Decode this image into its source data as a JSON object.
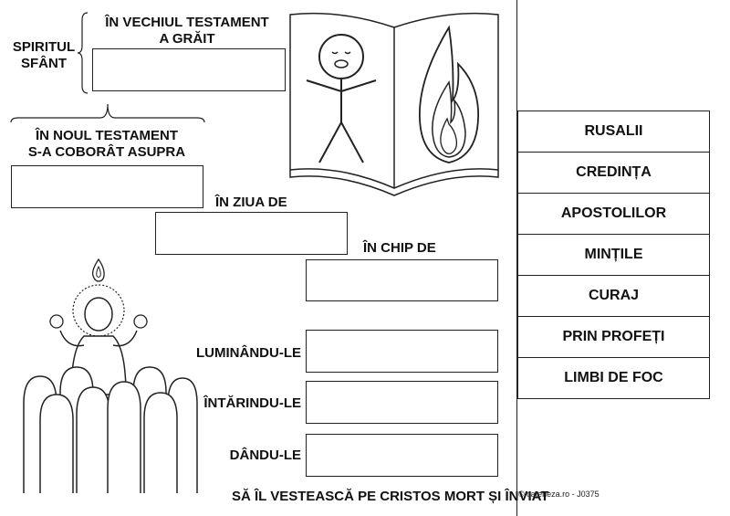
{
  "labels": {
    "spiritul_sfant": "SPIRITUL\nSFÂNT",
    "vechiul_testament": "ÎN VECHIUL TESTAMENT\nA GRĂIT",
    "noul_testament": "ÎN NOUL TESTAMENT\nS-A COBORÂT ASUPRA",
    "in_ziua_de": "ÎN ZIUA DE",
    "in_chip_de": "ÎN CHIP DE",
    "luminandu_le": "LUMINÂNDU-LE",
    "intarindu_le": "ÎNTĂRINDU-LE",
    "dandu_le": "DÂNDU-LE",
    "final_line": "SĂ ÎL VESTEASCĂ PE CRISTOS MORT ȘI ÎNVIAT"
  },
  "word_bank": [
    "RUSALII",
    "CREDINȚA",
    "APOSTOLILOR",
    "MINȚILE",
    "CURAJ",
    "PRIN PROFEȚI",
    "LIMBI DE FOC"
  ],
  "credit": "© cateheza.ro - J0375"
}
